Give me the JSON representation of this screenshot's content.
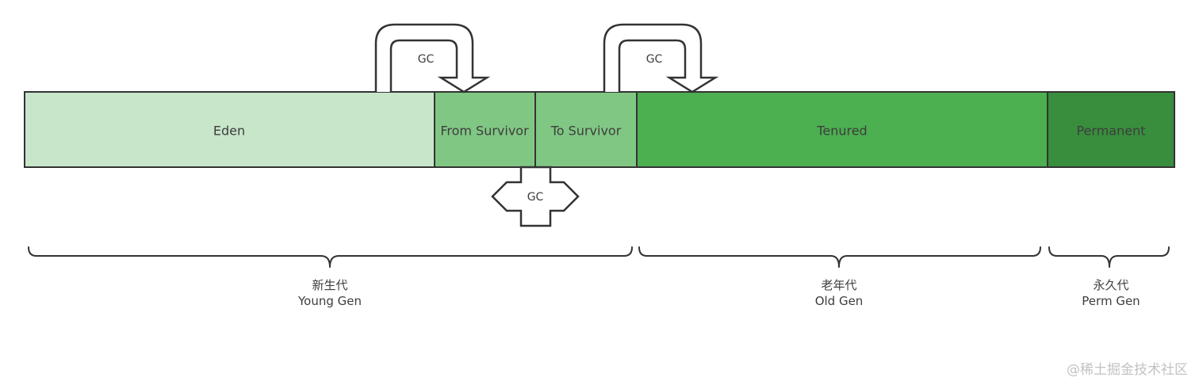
{
  "segments": [
    {
      "label": "Eden",
      "color": "#c8e6c9"
    },
    {
      "label": "From Survivor",
      "color": "#81c784"
    },
    {
      "label": "To Survivor",
      "color": "#81c784"
    },
    {
      "label": "Tenured",
      "color": "#4caf50"
    },
    {
      "label": "Permanent",
      "color": "#388e3c"
    }
  ],
  "gc_arrows": [
    {
      "label": "GC"
    },
    {
      "label": "GC"
    },
    {
      "label": "GC"
    }
  ],
  "groups": [
    {
      "name": "新生代",
      "subtitle": "Young Gen"
    },
    {
      "name": "老年代",
      "subtitle": "Old Gen"
    },
    {
      "name": "永久代",
      "subtitle": "Perm Gen"
    }
  ],
  "watermark": "@稀土掘金技术社区"
}
